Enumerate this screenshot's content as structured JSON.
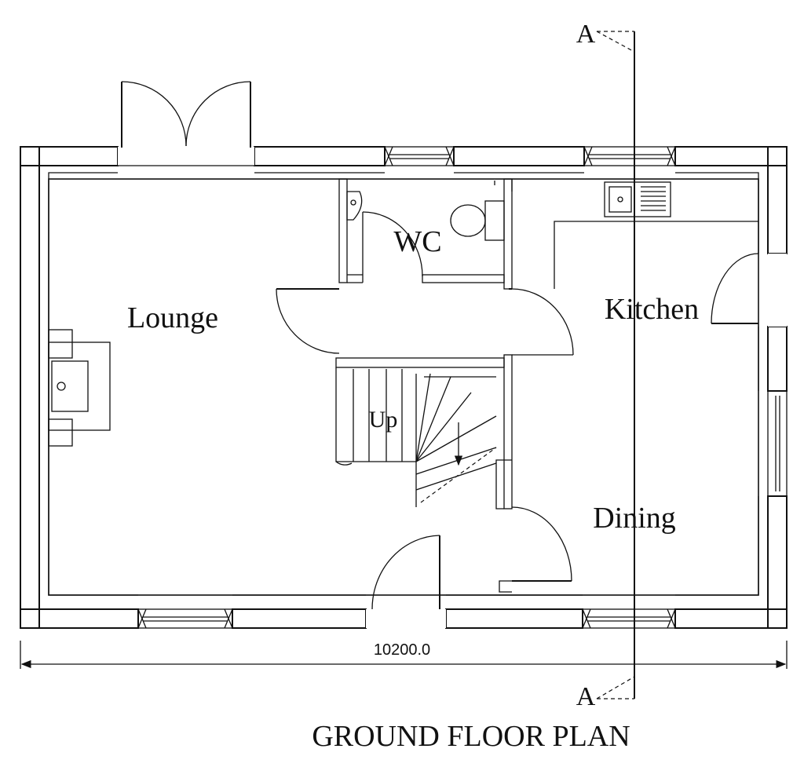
{
  "plan": {
    "title": "GROUND FLOOR PLAN",
    "dimension": "10200.0",
    "section_marker": "A",
    "rooms": {
      "lounge": "Lounge",
      "wc": "WC",
      "kitchen": "Kitchen",
      "dining": "Dining",
      "stairs": "Up"
    }
  }
}
